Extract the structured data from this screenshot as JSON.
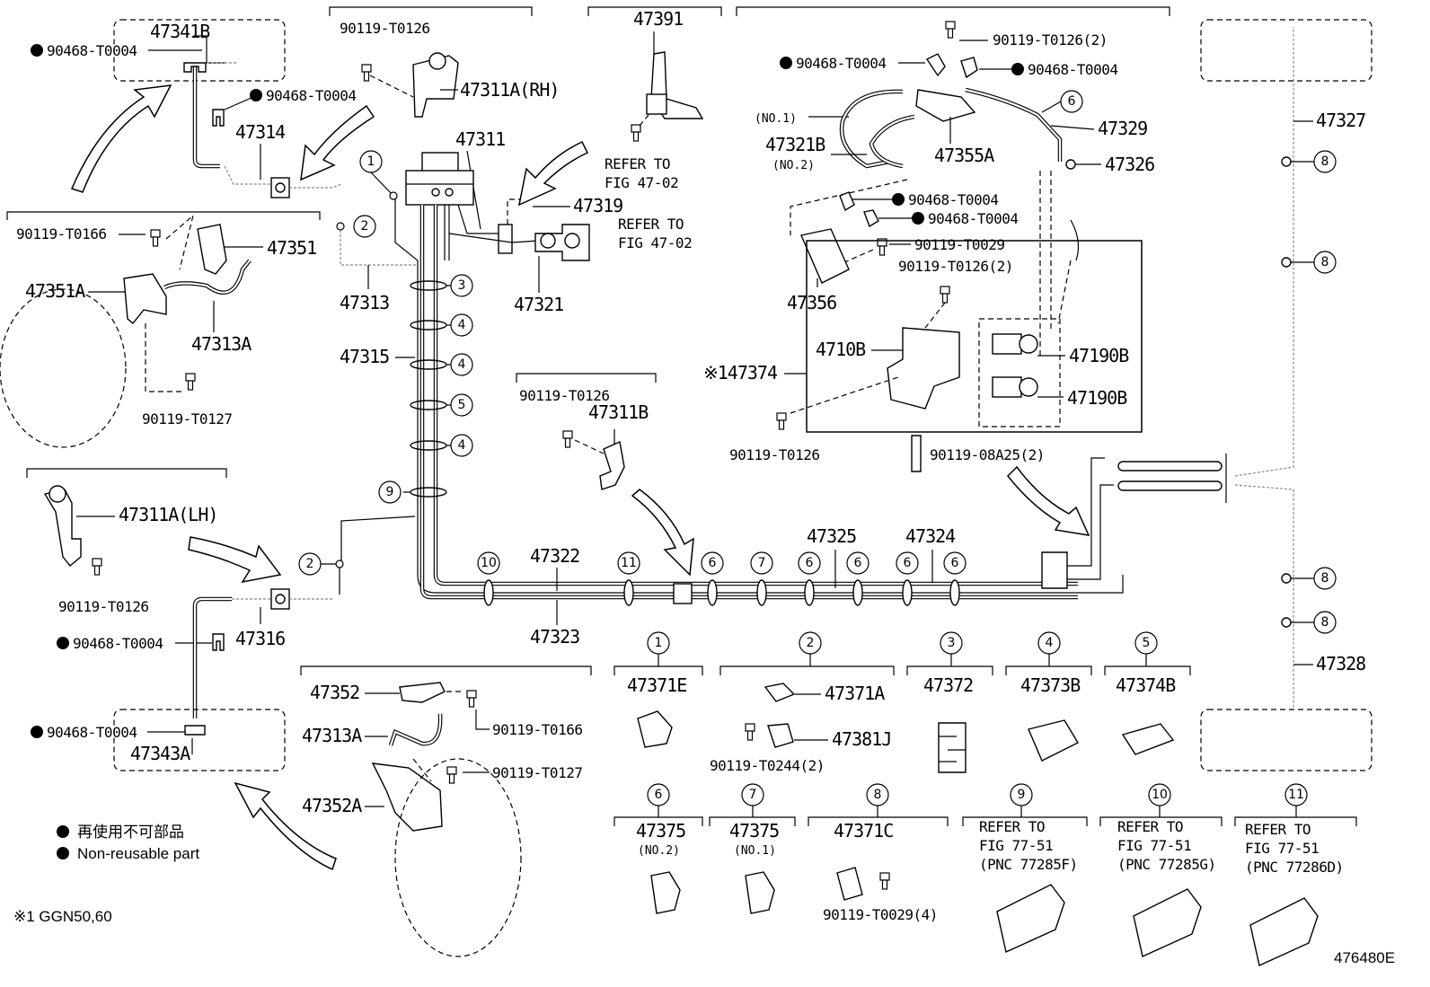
{
  "labels": {
    "p47341B": "47341B",
    "p90468_a": "90468-T0004",
    "p90468_b": "90468-T0004",
    "p47314": "47314",
    "p90119_T0126_top": "90119-T0126",
    "p47311A_RH": "47311A(RH)",
    "p47391": "47391",
    "refer_47_02_a": "REFER TO",
    "fig_47_02_a": "FIG 47-02",
    "p47311": "47311",
    "p47319": "47319",
    "refer_47_02_b": "REFER TO",
    "fig_47_02_b": "FIG 47-02",
    "p47321": "47321",
    "p90119_T0166_l": "90119-T0166",
    "p47351": "47351",
    "p47351A": "47351A",
    "p47313": "47313",
    "p47313A_l": "47313A",
    "p47315": "47315",
    "p90119_T0127_l": "90119-T0127",
    "p47311A_LH": "47311A(LH)",
    "p90119_T0126_lh": "90119-T0126",
    "p47316": "47316",
    "p90468_c": "90468-T0004",
    "p90468_d": "90468-T0004",
    "p47343A": "47343A",
    "p90119_T0126_mid": "90119-T0126",
    "p47311B": "47311B",
    "p47322": "47322",
    "p47323": "47323",
    "p47325": "47325",
    "p47324": "47324",
    "p90119_T0126_2_a": "90119-T0126(2)",
    "p90468_e": "90468-T0004",
    "p90468_f": "90468-T0004",
    "no1_a": "(NO.1)",
    "p47321B": "47321B",
    "no2_a": "(NO.2)",
    "p47355A": "47355A",
    "p47329": "47329",
    "p47326": "47326",
    "p90468_g": "90468-T0004",
    "p90468_h": "90468-T0004",
    "p90119_T0029": "90119-T0029",
    "p90119_T0126_2_b": "90119-T0126(2)",
    "p47356": "47356",
    "p4710B": "4710B",
    "p47374": "※147374",
    "p47190B_a": "47190B",
    "p47190B_b": "47190B",
    "p90119_T0126_r": "90119-T0126",
    "p90119_08A25": "90119-08A25(2)",
    "p47327": "47327",
    "p47328": "47328",
    "p47352": "47352",
    "p47313A_b": "47313A",
    "p90119_T0166_b": "90119-T0166",
    "p90119_T0127_b": "90119-T0127",
    "p47352A": "47352A",
    "legend_jp": "再使用不可部品",
    "legend_en": "Non-reusable part",
    "footnote": "※1 GGN50,60",
    "drawing_id": "476480E"
  },
  "callouts": [
    "1",
    "2",
    "3",
    "4",
    "5",
    "6",
    "7",
    "8",
    "9",
    "10",
    "11"
  ],
  "clip_table": {
    "c1": "47371E",
    "c2a": "47371A",
    "c2b": "47381J",
    "c2c": "90119-T0244(2)",
    "c3": "47372",
    "c4": "47373B",
    "c5": "47374B",
    "c6": "47375",
    "c6n": "(NO.2)",
    "c7": "47375",
    "c7n": "(NO.1)",
    "c8": "47371C",
    "c8b": "90119-T0029(4)",
    "c9a": "REFER TO",
    "c9b": "FIG 77-51",
    "c9c": "(PNC 77285F)",
    "c10a": "REFER TO",
    "c10b": "FIG 77-51",
    "c10c": "(PNC 77285G)",
    "c11a": "REFER TO",
    "c11b": "FIG 77-51",
    "c11c": "(PNC 77286D)"
  }
}
